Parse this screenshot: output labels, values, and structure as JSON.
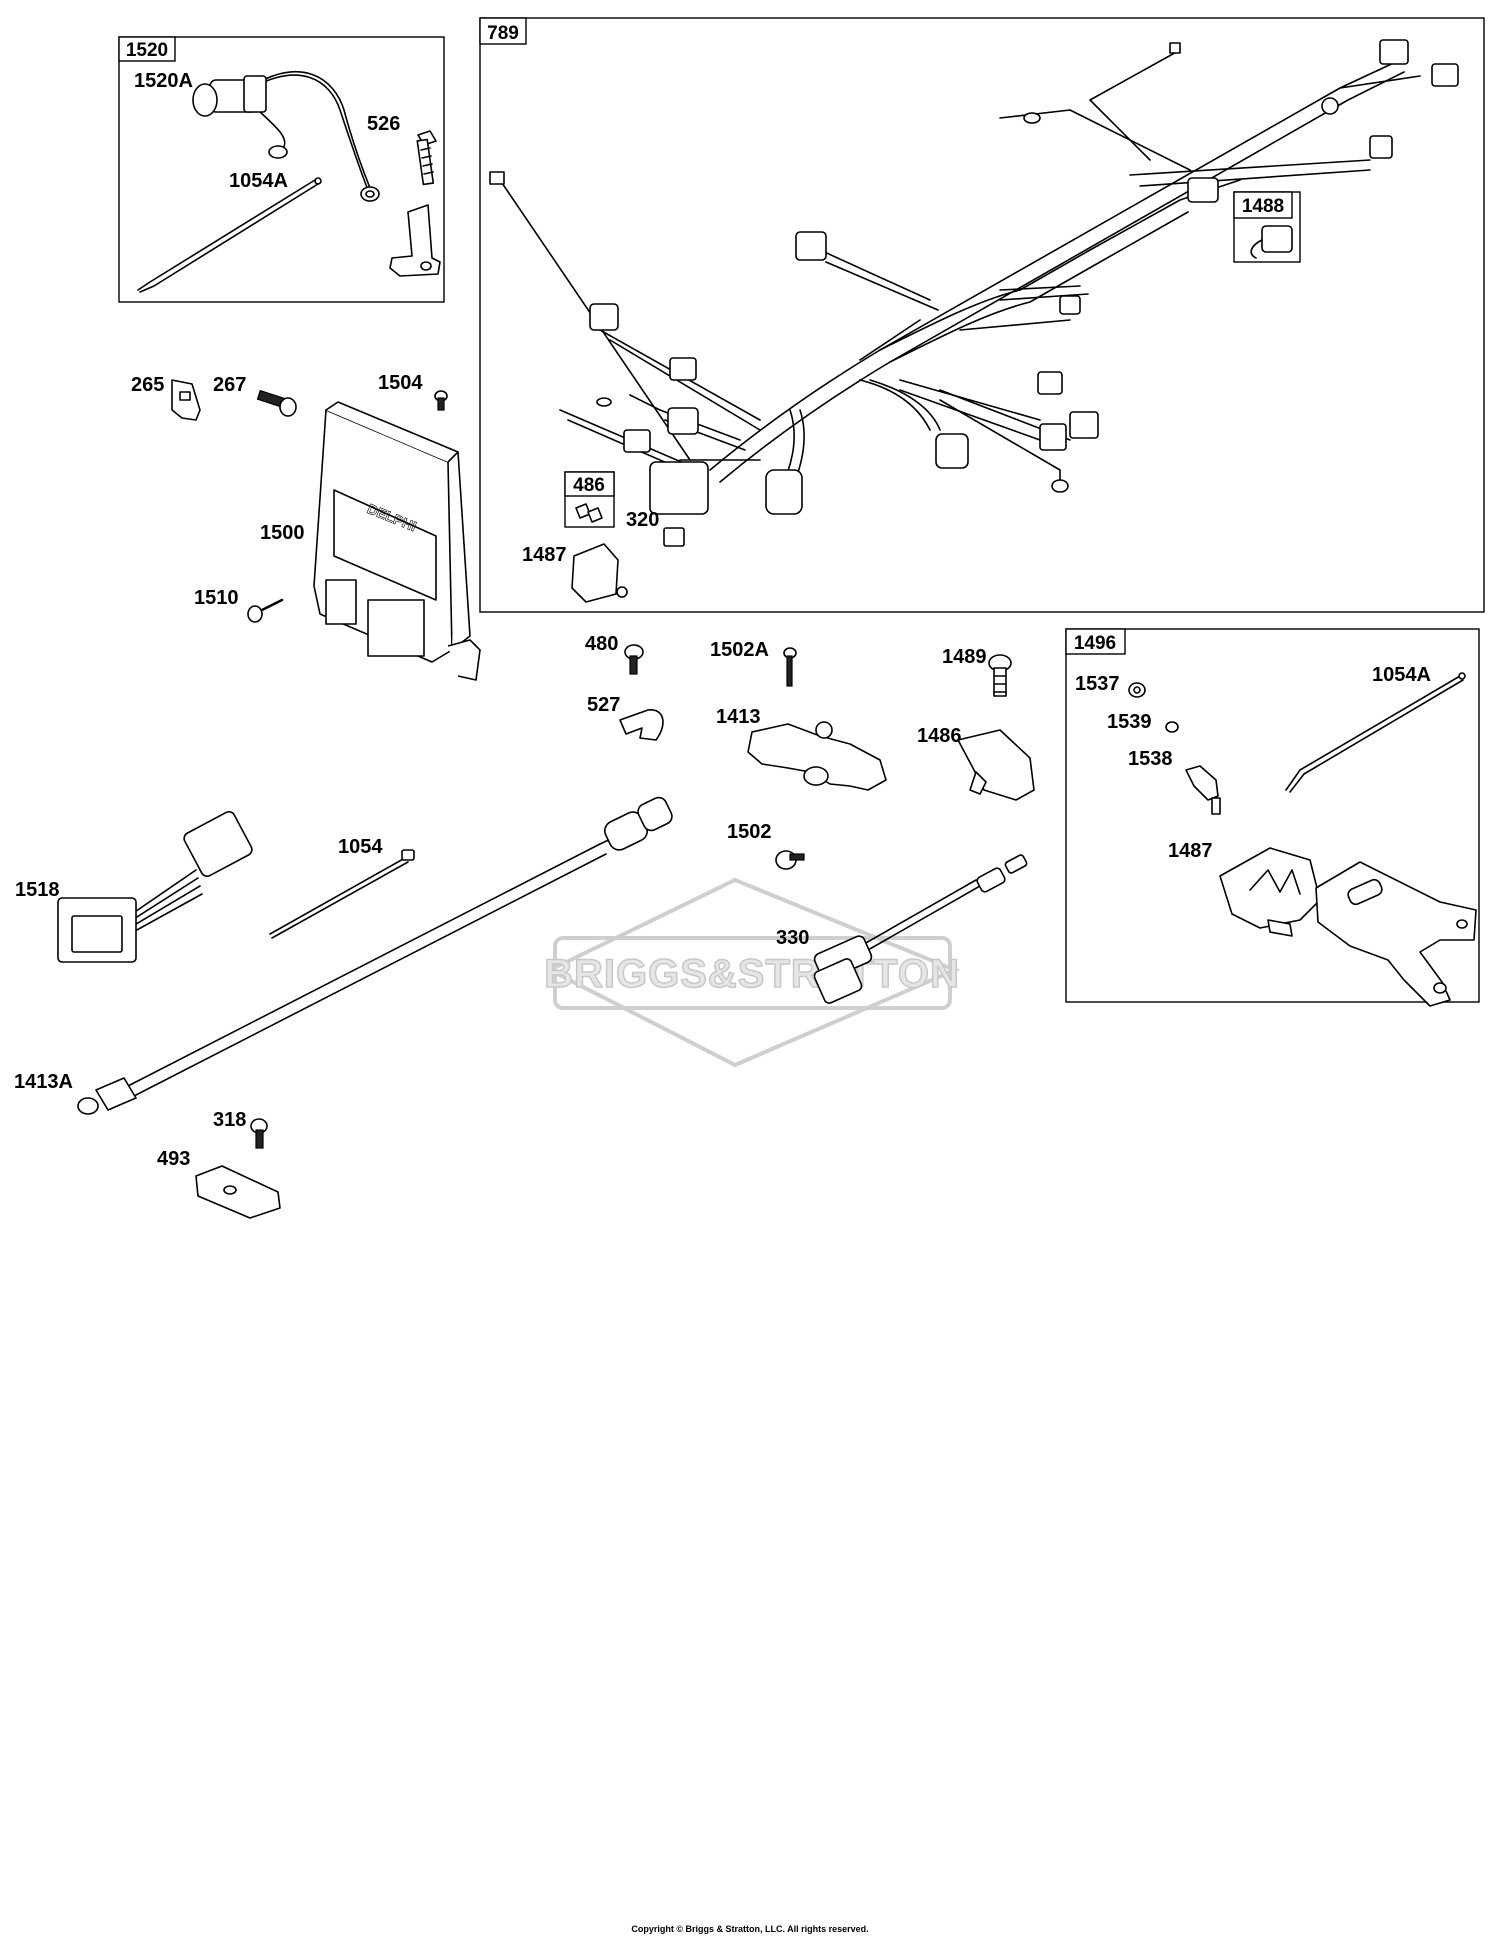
{
  "watermark": {
    "brand_text": "BRIGGS&STRATTON"
  },
  "copyright": "Copyright © Briggs & Stratton, LLC. All rights reserved.",
  "groups": [
    {
      "id": "1520",
      "label": "1520"
    },
    {
      "id": "789",
      "label": "789"
    },
    {
      "id": "1488",
      "label": "1488"
    },
    {
      "id": "486",
      "label": "486"
    },
    {
      "id": "1496",
      "label": "1496"
    }
  ],
  "callouts": [
    "1520A",
    "526",
    "1054A",
    "265",
    "267",
    "1504",
    "1500",
    "1510",
    "320",
    "1487",
    "480",
    "1502A",
    "1489",
    "527",
    "1413",
    "1486",
    "1502",
    "1054",
    "1518",
    "330",
    "1413A",
    "318",
    "493",
    "1537",
    "1054A",
    "1539",
    "1538",
    "1487"
  ]
}
